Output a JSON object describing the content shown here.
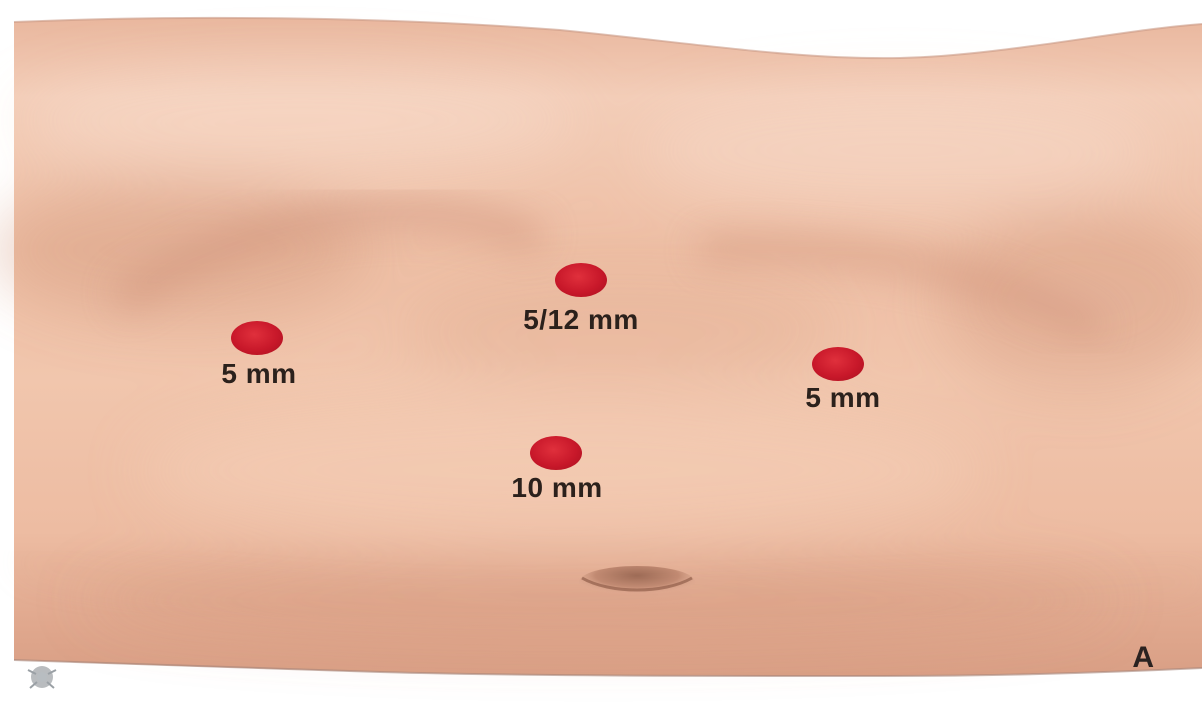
{
  "figure": {
    "panel_letter": "A",
    "ports": [
      {
        "id": "left",
        "label": "5 mm",
        "color": "#c8182a"
      },
      {
        "id": "upper-center",
        "label": "5/12 mm",
        "color": "#c8182a"
      },
      {
        "id": "right",
        "label": "5 mm",
        "color": "#c8182a"
      },
      {
        "id": "lower-center",
        "label": "10 mm",
        "color": "#c8182a"
      }
    ],
    "colors": {
      "skin_base": "#efc1a7",
      "skin_highlight": "#f7d6c2",
      "skin_shadow": "#d79f86",
      "port_red": "#c8182a",
      "label_text": "#2b211c"
    }
  }
}
